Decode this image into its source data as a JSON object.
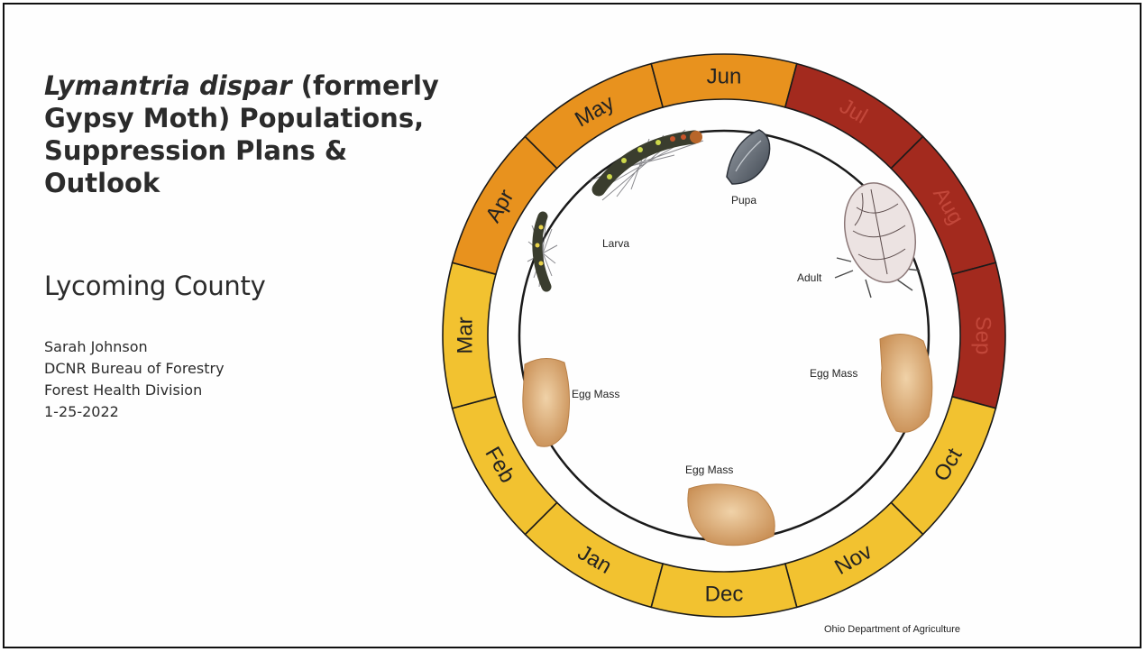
{
  "title": {
    "italic": "Lymantria dispar",
    "rest": " (formerly Gypsy Moth) Populations, Suppression Plans & Outlook"
  },
  "subtitle": "Lycoming County",
  "author": [
    "Sarah Johnson",
    "DCNR Bureau of Forestry",
    "Forest Health Division",
    "1-25-2022"
  ],
  "cycle": {
    "months": [
      {
        "label": "Jan",
        "color": "#f2c230"
      },
      {
        "label": "Feb",
        "color": "#f2c230"
      },
      {
        "label": "Mar",
        "color": "#f2c230"
      },
      {
        "label": "Apr",
        "color": "#e8921e"
      },
      {
        "label": "May",
        "color": "#e8921e"
      },
      {
        "label": "Jun",
        "color": "#e8921e"
      },
      {
        "label": "Jul",
        "color": "#a32a1e"
      },
      {
        "label": "Aug",
        "color": "#a32a1e"
      },
      {
        "label": "Sep",
        "color": "#a32a1e"
      },
      {
        "label": "Oct",
        "color": "#f2c230"
      },
      {
        "label": "Nov",
        "color": "#f2c230"
      },
      {
        "label": "Dec",
        "color": "#f2c230"
      }
    ],
    "stages": {
      "larva": "Larva",
      "pupa": "Pupa",
      "adult": "Adult",
      "egg_mass_left": "Egg Mass",
      "egg_mass_right": "Egg Mass",
      "egg_mass_bottom": "Egg Mass"
    }
  },
  "credit": "Ohio Department of Agriculture"
}
